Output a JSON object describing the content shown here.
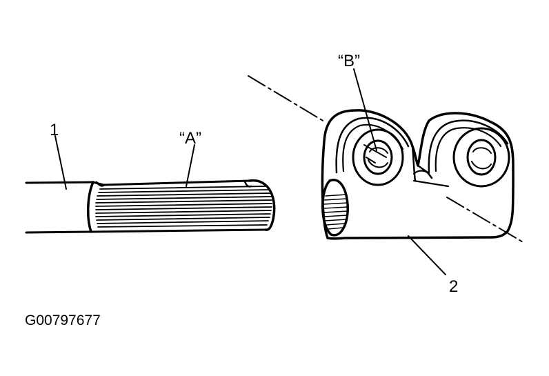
{
  "diagram": {
    "labels": {
      "part_1": "1",
      "part_2": "2",
      "callout_a": "“A”",
      "callout_b": "“B”"
    },
    "figure_id": "G00797677"
  },
  "colors": {
    "ink": "#000000",
    "background": "#ffffff"
  }
}
